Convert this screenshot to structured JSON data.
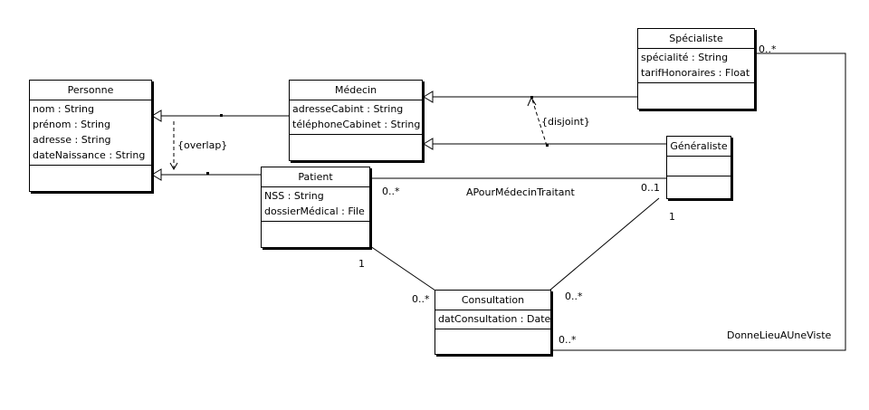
{
  "classes": {
    "personne": {
      "name": "Personne",
      "attributes": [
        "nom : String",
        "prénom : String",
        "adresse : String",
        "dateNaissance : String"
      ]
    },
    "medecin": {
      "name": "Médecin",
      "attributes": [
        "adresseCabint : String",
        "téléphoneCabinet : String"
      ]
    },
    "specialiste": {
      "name": "Spécialiste",
      "attributes": [
        "spécialité : String",
        "tarifHonoraires : Float"
      ]
    },
    "generaliste": {
      "name": "Généraliste",
      "attributes": []
    },
    "patient": {
      "name": "Patient",
      "attributes": [
        "NSS : String",
        "dossierMédical : File"
      ]
    },
    "consultation": {
      "name": "Consultation",
      "attributes": [
        "datConsultation : Date"
      ]
    }
  },
  "constraints": {
    "overlap": "{overlap}",
    "disjoint": "{disjoint}"
  },
  "associations": {
    "traitant": {
      "name": "APourMédecinTraitant",
      "patient_mult": "0..*",
      "generaliste_mult": "0..1"
    },
    "patient_consultation": {
      "patient_mult": "1",
      "consultation_mult": "0..*"
    },
    "generaliste_consultation": {
      "generaliste_mult": "1",
      "consultation_mult": "0..*"
    },
    "visite": {
      "name": "DonneLieuAUneViste",
      "specialiste_mult": "0..*",
      "consultation_mult": "0..*"
    }
  }
}
